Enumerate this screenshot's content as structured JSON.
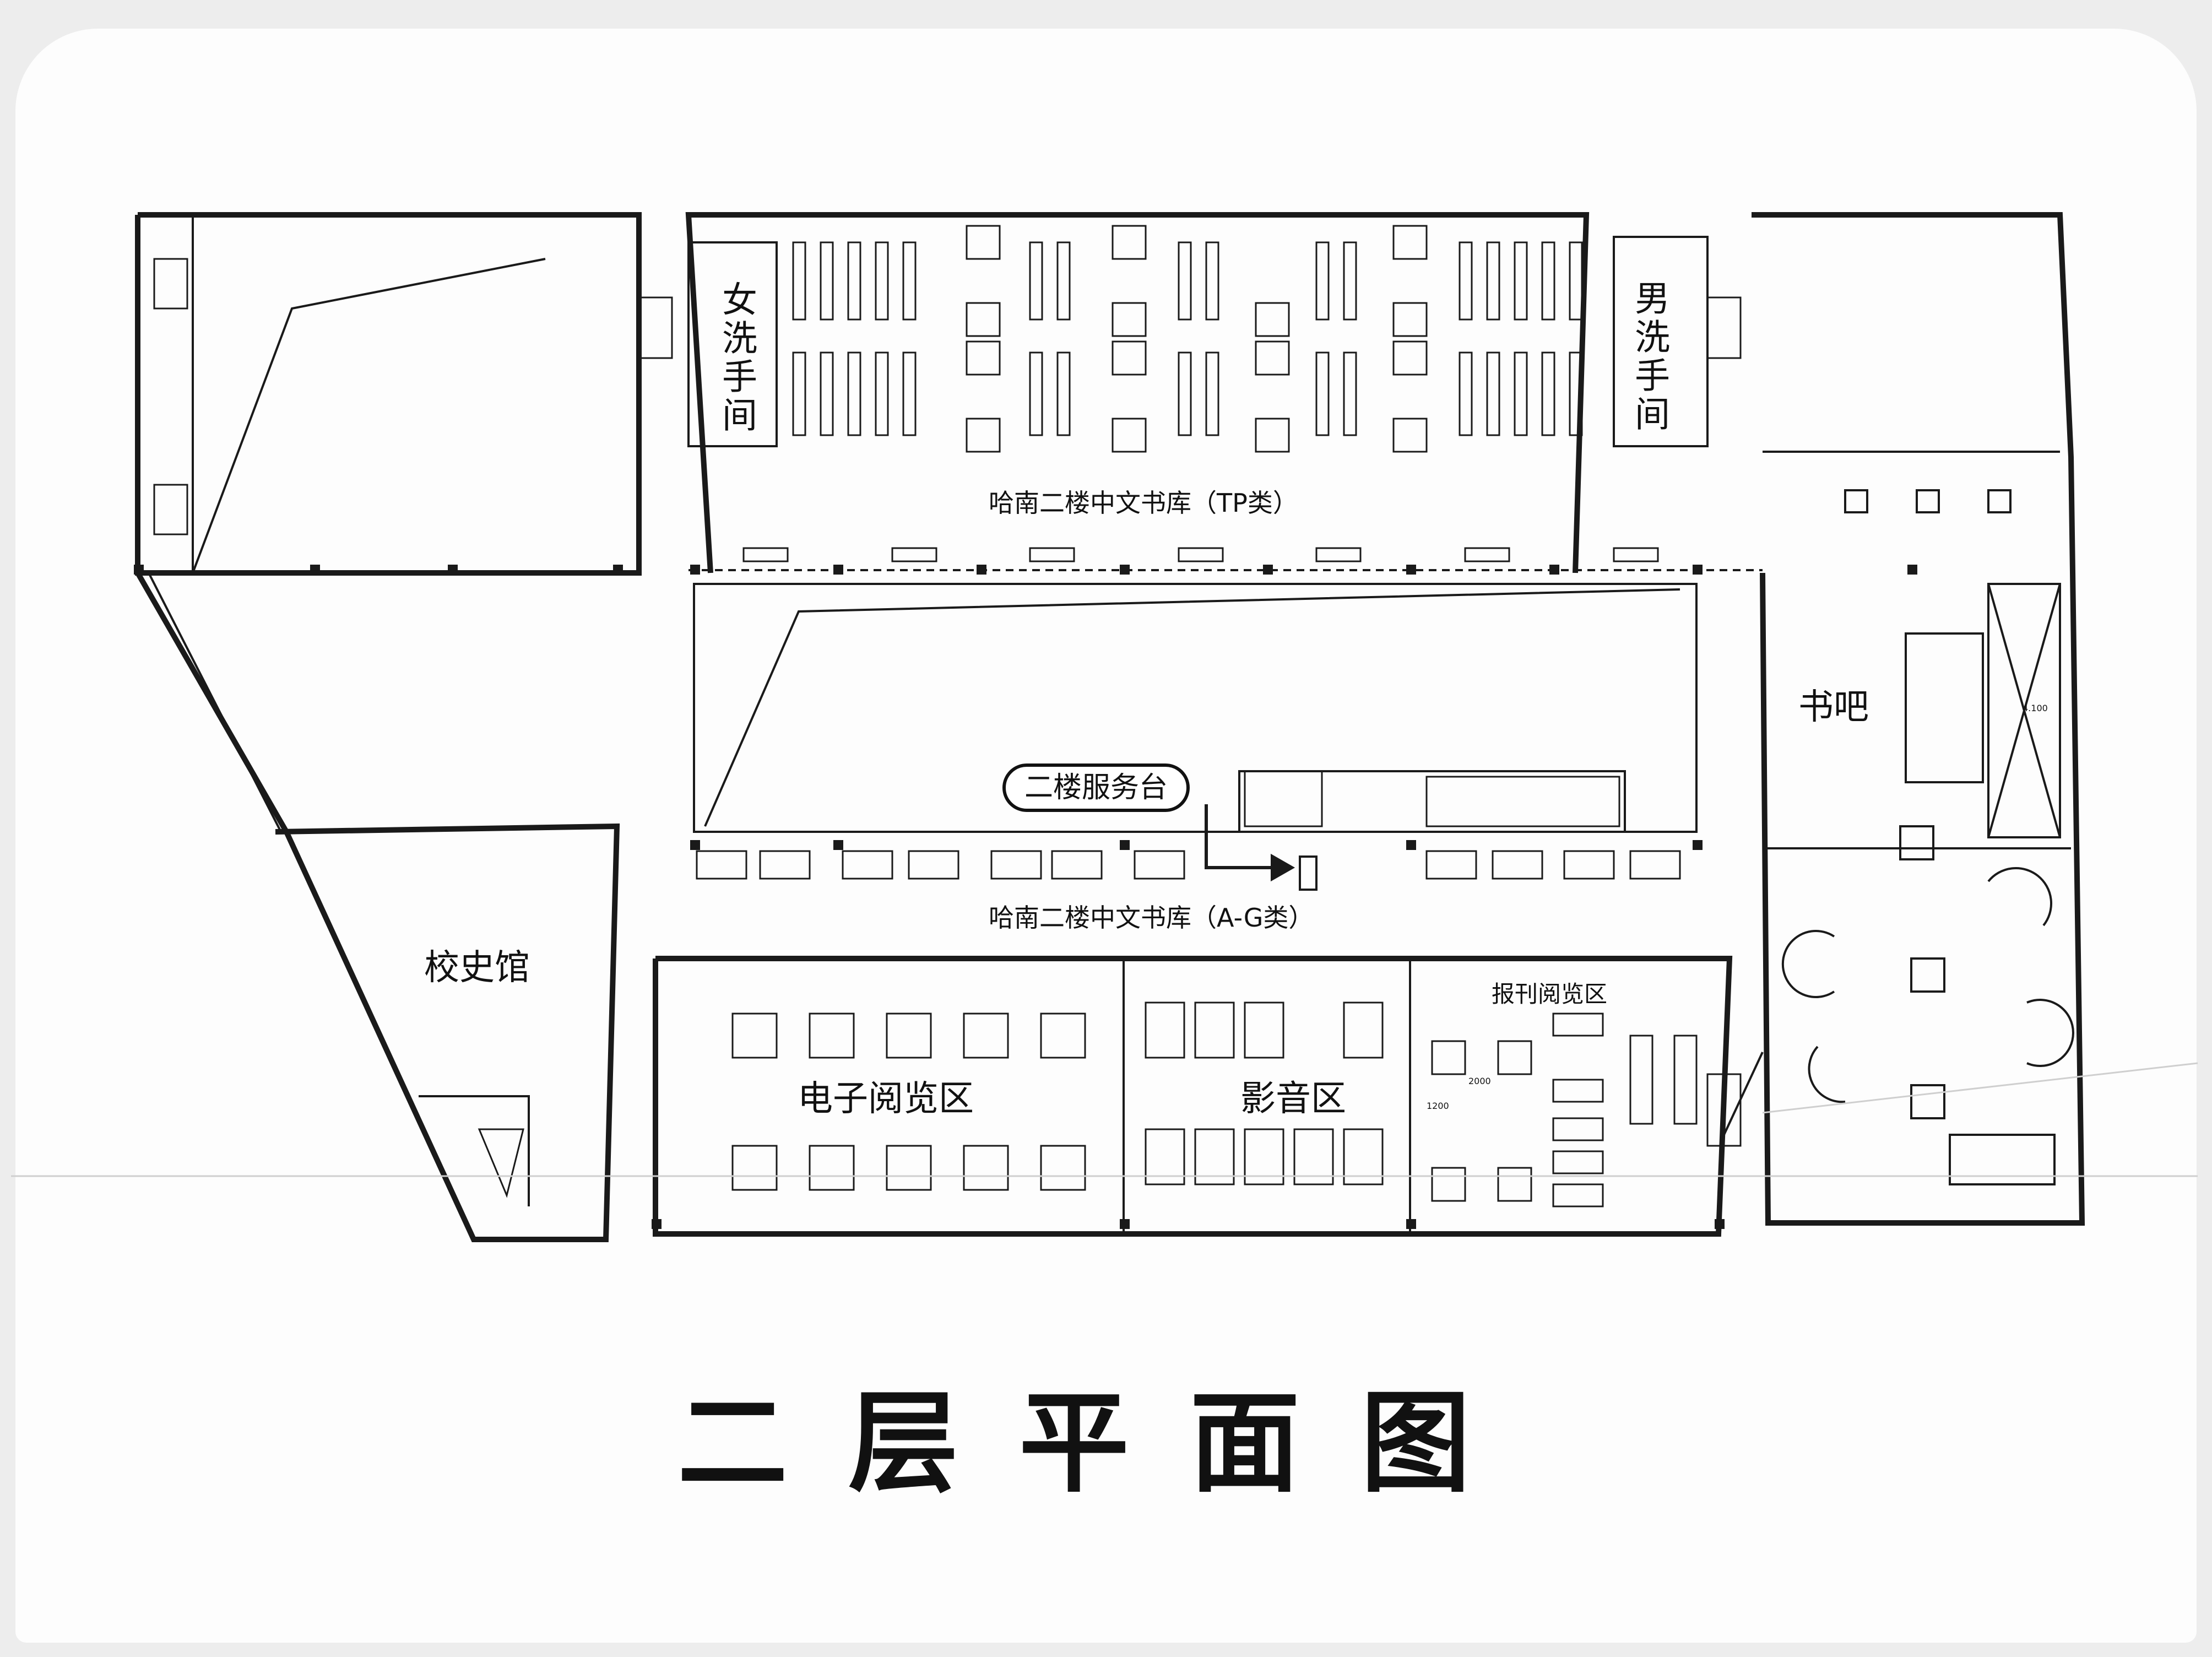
{
  "map": {
    "title": "二层平面图",
    "labels": {
      "womens_restroom": "女洗手间",
      "mens_restroom": "男洗手间",
      "stacks_tp": "哈南二楼中文书库（TP类）",
      "stacks_ag": "哈南二楼中文书库（A-G类）",
      "service_desk": "二楼服务台",
      "book_bar": "书吧",
      "history_museum": "校史馆",
      "e_reading": "电子阅览区",
      "av_zone": "影音区",
      "newspaper_reading": "报刊阅览区",
      "dim_2000": "2000",
      "dim_1200": "1200",
      "elevation_4100": "4.100"
    },
    "colors": {
      "ink": "#1a1a1a",
      "paper": "#fdfdfd"
    }
  }
}
